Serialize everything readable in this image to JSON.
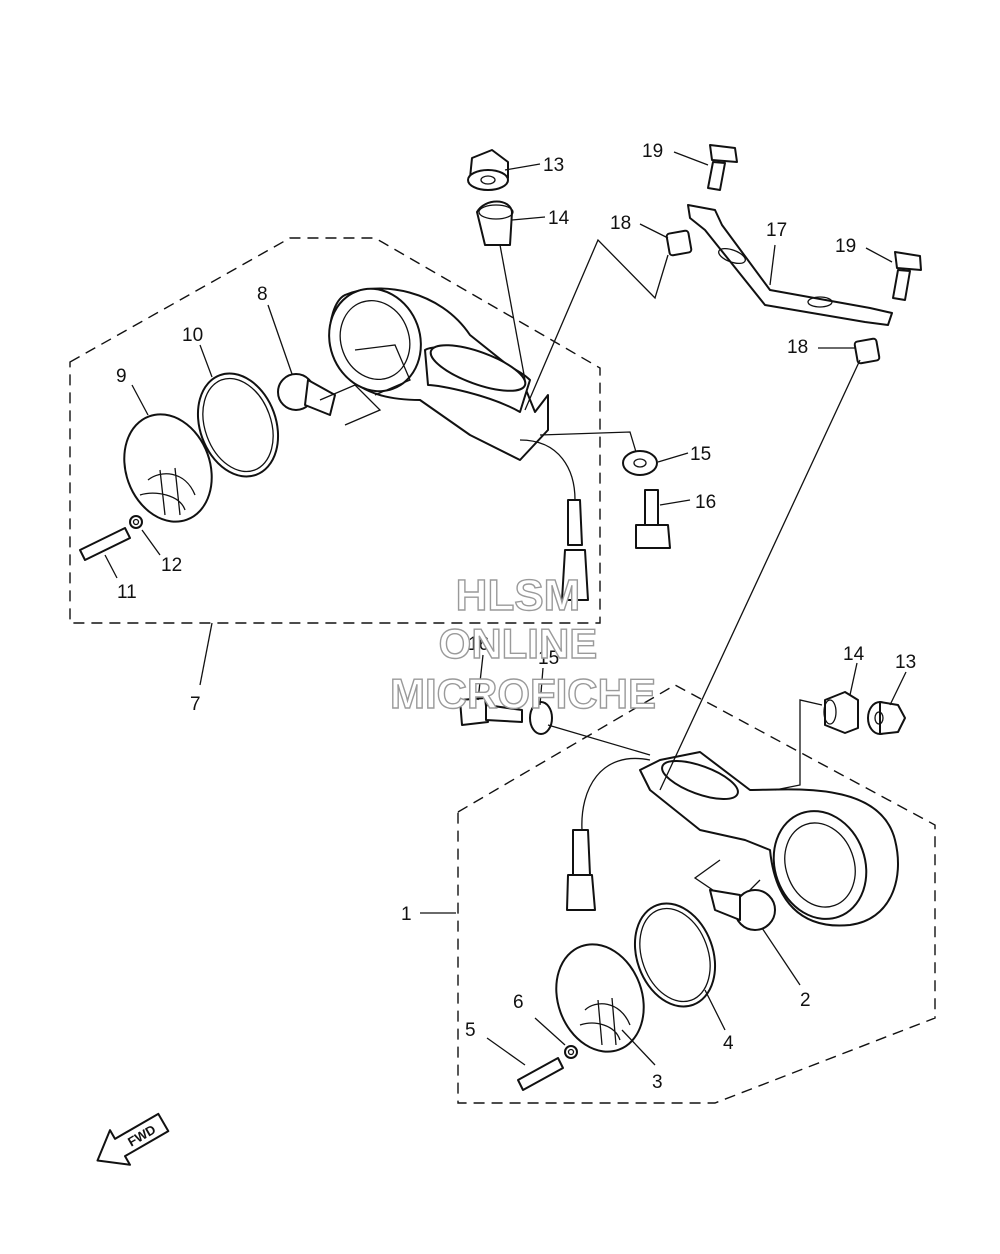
{
  "callouts": [
    "1",
    "2",
    "3",
    "4",
    "5",
    "6",
    "7",
    "8",
    "9",
    "10",
    "11",
    "12",
    "13",
    "14",
    "15",
    "16",
    "17",
    "18",
    "19"
  ],
  "watermark": {
    "line1": "HLSM",
    "line2": "ONLINE",
    "line3": "MICROFICHE"
  },
  "fwd_label": "FWD"
}
